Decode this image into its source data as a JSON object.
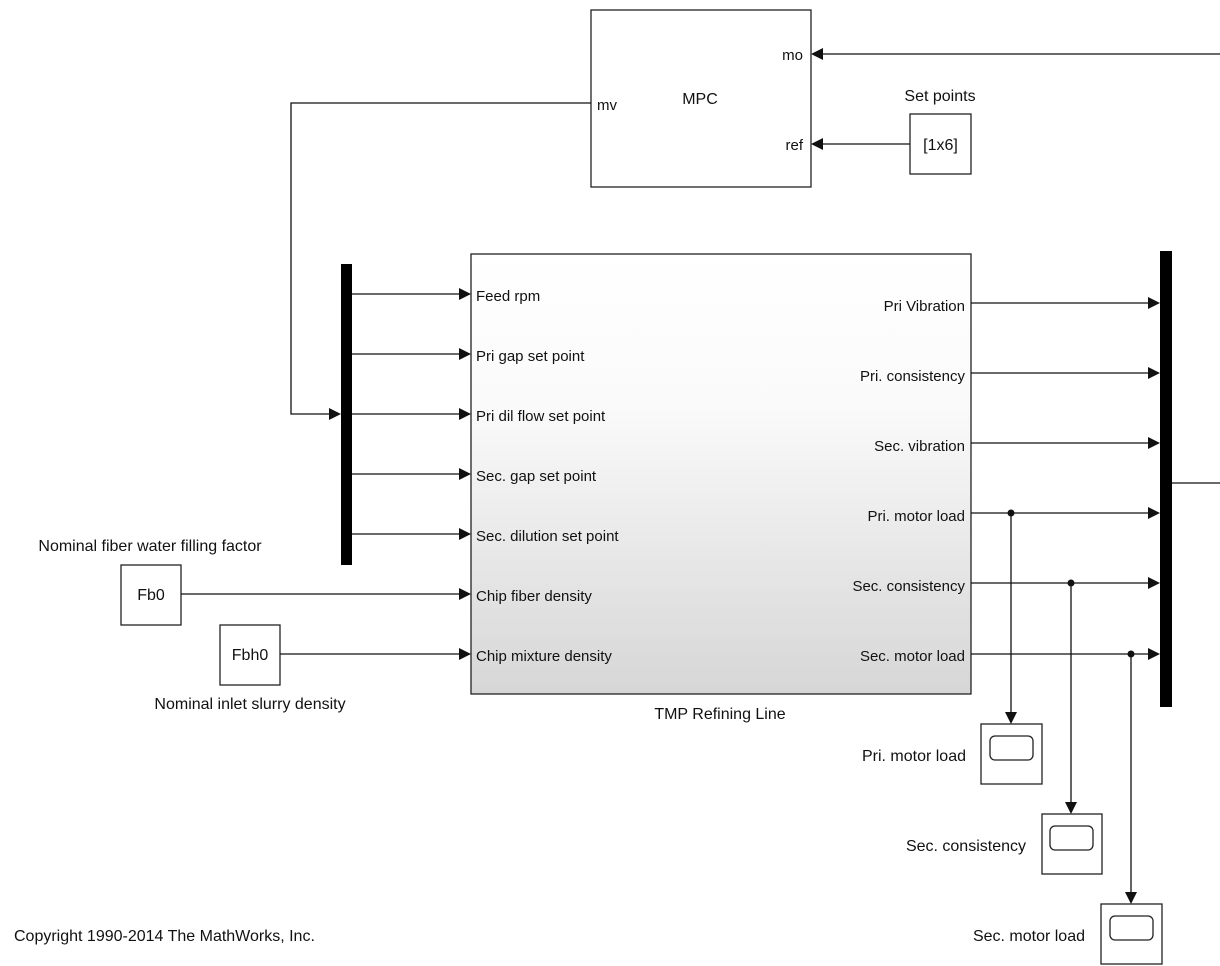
{
  "mpc": {
    "title": "MPC",
    "in_mo": "mo",
    "in_ref": "ref",
    "out_mv": "mv"
  },
  "setpoints": {
    "label": "Set points",
    "value": "[1x6]"
  },
  "tmp": {
    "label": "TMP Refining Line",
    "inputs": [
      "Feed rpm",
      "Pri gap set point",
      "Pri dil flow set point",
      "Sec. gap set point",
      "Sec. dilution set point",
      "Chip fiber density",
      "Chip mixture density"
    ],
    "outputs": [
      "Pri Vibration",
      "Pri. consistency",
      "Sec. vibration",
      "Pri. motor load",
      "Sec. consistency",
      "Sec. motor load"
    ]
  },
  "fb0": {
    "value": "Fb0",
    "label": "Nominal fiber water filling factor"
  },
  "fbh0": {
    "value": "Fbh0",
    "label": "Nominal inlet slurry density"
  },
  "scopes": [
    {
      "label": "Pri. motor load"
    },
    {
      "label": "Sec. consistency"
    },
    {
      "label": "Sec. motor load"
    }
  ],
  "copyright": "Copyright 1990-2014 The MathWorks, Inc."
}
